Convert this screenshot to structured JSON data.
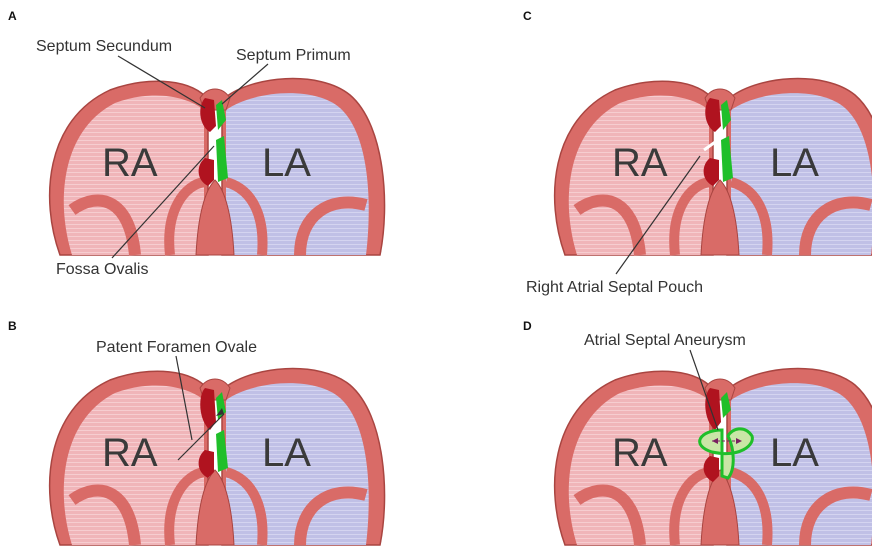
{
  "colors": {
    "ra_fill": "#f0b5b9",
    "la_fill": "#c0c0e6",
    "wall": "#d96b67",
    "wall_dark": "#a94541",
    "septum_secundum": "#b0131f",
    "septum_primum": "#1fbf2a",
    "aneurysm": "#c9e6a6"
  },
  "panels": [
    {
      "letter": "A",
      "ra_label": "RA",
      "la_label": "LA",
      "callouts": [
        "Septum Secundum",
        "Septum Primum",
        "Fossa Ovalis"
      ]
    },
    {
      "letter": "B",
      "ra_label": "RA",
      "la_label": "LA",
      "callouts": [
        "Patent Foramen Ovale"
      ]
    },
    {
      "letter": "C",
      "ra_label": "RA",
      "la_label": "LA",
      "callouts": [
        "Right Atrial Septal Pouch"
      ]
    },
    {
      "letter": "D",
      "ra_label": "RA",
      "la_label": "LA",
      "callouts": [
        "Atrial Septal Aneurysm"
      ]
    }
  ]
}
